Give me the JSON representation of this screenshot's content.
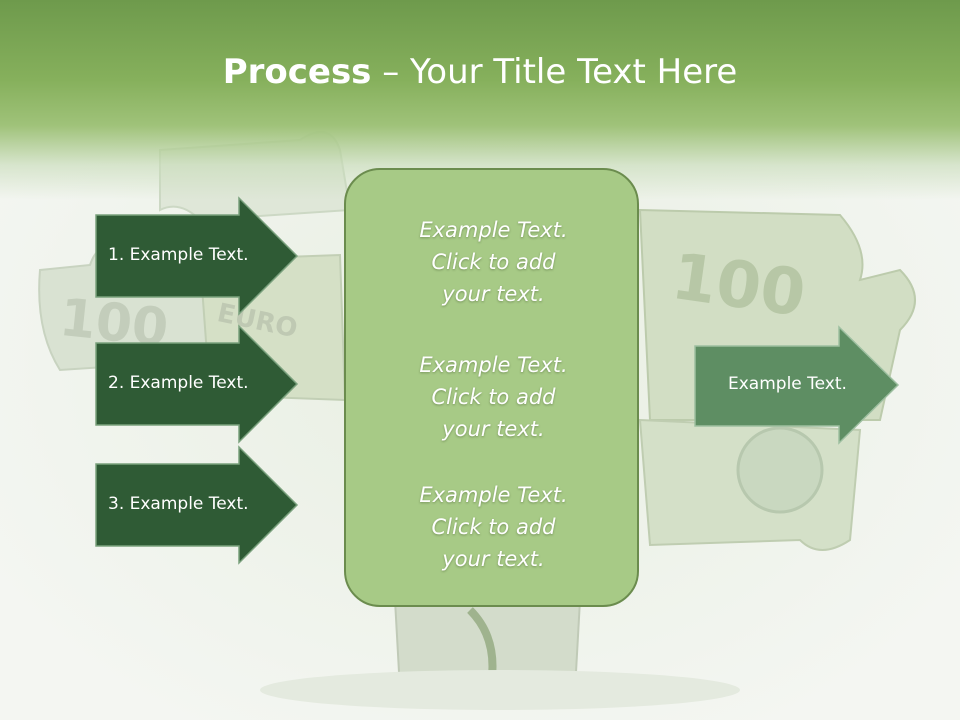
{
  "title": {
    "bold": "Process",
    "rest": " – Your Title Text Here"
  },
  "left_arrows": [
    {
      "label": "1. Example Text."
    },
    {
      "label": "2. Example Text."
    },
    {
      "label": "3. Example Text."
    }
  ],
  "center_blocks": [
    {
      "line1": "Example Text.",
      "line2": "Click  to add",
      "line3": "your text."
    },
    {
      "line1": "Example Text.",
      "line2": "Click  to add",
      "line3": "your text."
    },
    {
      "line1": "Example Text.",
      "line2": "Click  to add",
      "line3": "your text."
    }
  ],
  "right_arrow": {
    "label": "Example Text."
  },
  "background": {
    "art": "puzzle-pieces-euro-banknotes",
    "colors": {
      "header_dark": "#6e9a4c",
      "header_light": "#9fc279",
      "dark_arrow": "#2f5b35",
      "right_arrow": "#5e8e63",
      "center_box": "#a7ca86"
    }
  }
}
